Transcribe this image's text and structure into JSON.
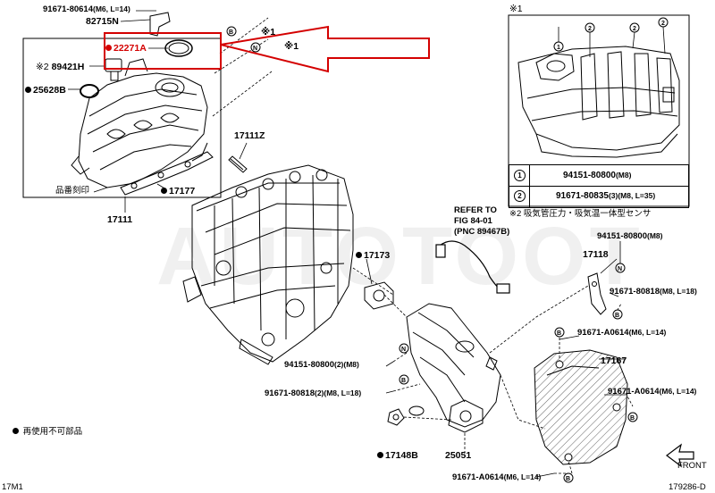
{
  "labels": {
    "top_bolt": "91671-80614",
    "top_bolt_spec": "(M6, L=14)",
    "p82715": "82715N",
    "p22271": "22271A",
    "note1a": "※1",
    "note1b": "※1",
    "p89421_prefix": "※2",
    "p89421": "89421H",
    "p25628": "25628B",
    "p17111z": "17111Z",
    "p17111": "17111",
    "stamp": "品番刻印",
    "p17177": "17177",
    "refer1": "REFER TO",
    "refer2": "FIG 84-01",
    "refer3": "(PNC 89467B)",
    "p17173": "17173",
    "bolt_n_left": "94151-80800",
    "bolt_n_left_spec": "(2)(M8)",
    "bolt_b_left": "91671-80818",
    "bolt_b_left_spec": "(2)(M8, L=18)",
    "p17148b": "17148B",
    "p25051": "25051",
    "bolt_bottom": "91671-A0614",
    "bolt_bottom_spec": "(M6, L=14)",
    "bolt_n_right": "94151-80800",
    "bolt_n_right_spec": "(M8)",
    "p17118": "17118",
    "bolt_b_right": "91671-80818",
    "bolt_b_right_spec": "(M8, L=18)",
    "bolt_a_right1": "91671-A0614",
    "bolt_a_right1_spec": "(M6, L=14)",
    "p17167": "17167",
    "bolt_a_right2": "91671-A0614",
    "bolt_a_right2_spec": "(M6, L=14)",
    "inset_title": "※1",
    "legend1_num": "1",
    "legend1": "94151-80800",
    "legend1_spec": "(M8)",
    "legend2_num": "2",
    "legend2": "91671-80835",
    "legend2_spec": "(3)(M8, L=35)",
    "note2": "※2 吸気管圧力・吸気温一体型センサ",
    "nonreuse": "再使用不可部品",
    "front": "FRONT",
    "code_left": "17M1",
    "code_right": "179286-D",
    "watermark": "AUTOTOOT",
    "mark_n": "N",
    "mark_b": "B"
  },
  "colors": {
    "highlight": "#d40000",
    "ink": "#000000",
    "hatch": "#000000"
  }
}
